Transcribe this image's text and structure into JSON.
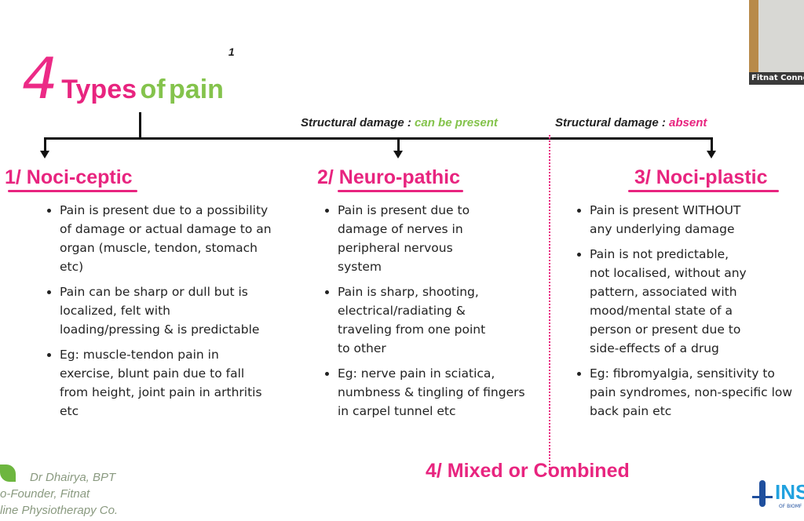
{
  "title": {
    "number": "4",
    "w1": "Types",
    "w2": "of",
    "w3": "pain",
    "sup": "1"
  },
  "structural": [
    {
      "label": "Structural damage : ",
      "value": "can be present"
    },
    {
      "label": "Structural damage : ",
      "value": "absent"
    }
  ],
  "columns": [
    {
      "heading": "1/ Noci-ceptic",
      "bullets": [
        "Pain is present due to a possibility of damage or actual damage to an organ (muscle, tendon, stomach etc)",
        "Pain can be sharp or dull but is localized, felt with loading/pressing & is predictable",
        "Eg: muscle-tendon pain in exercise, blunt pain due to fall from height, joint pain in arthritis etc"
      ]
    },
    {
      "heading": "2/ Neuro-pathic",
      "bullets": [
        "Pain is present due to damage of nerves in peripheral nervous system",
        "Pain is sharp, shooting, electrical/radiating & traveling from one point to other",
        "Eg: nerve pain in sciatica, numbness & tingling of fingers in carpel tunnel etc"
      ]
    },
    {
      "heading": "3/ Noci-plastic",
      "bullets": [
        "Pain is present WITHOUT any underlying damage",
        "Pain is not predictable, not localised, without any pattern, associated with mood/mental state of a person or present due to side-effects of a drug",
        "Eg: fibromyalgia, sensitivity to pain syndromes, non-specific low back pain etc"
      ]
    }
  ],
  "mixed": "4/ Mixed or Combined",
  "footer": {
    "l1": "Dr Dhairya, BPT",
    "l2": "o-Founder, Fitnat",
    "l3": "line Physiotherapy Co."
  },
  "camera_label": "Fitnat Connect",
  "logo_text": "INS",
  "logo_sub": "OF BIOMF"
}
